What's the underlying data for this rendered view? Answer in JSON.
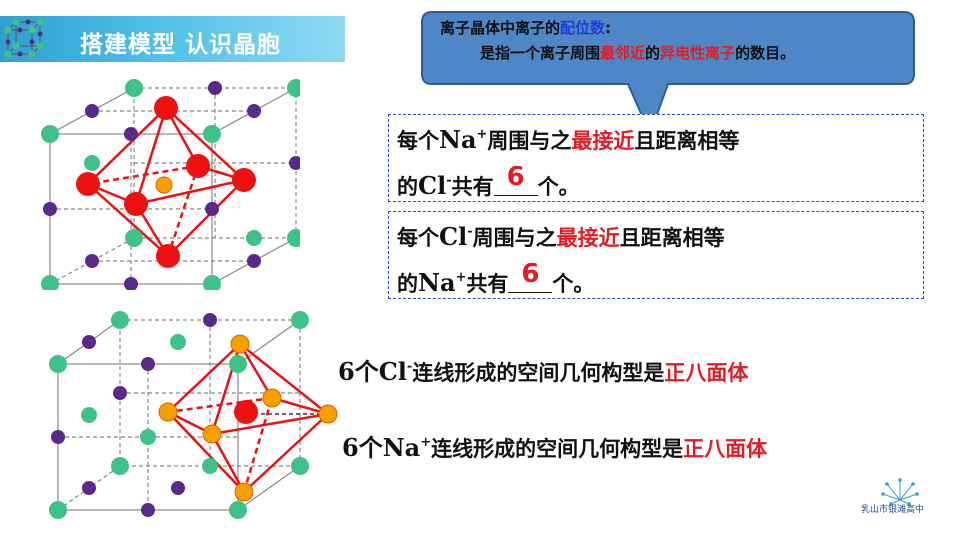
{
  "title": {
    "text": "搭建模型 认识晶胞"
  },
  "callout": {
    "line1_prefix": "离子晶体中离子的",
    "line1_term": "配位数",
    "line1_suffix": ":",
    "line2_prefix": "是指一个离子周围",
    "line2_red1": "最邻近",
    "line2_mid": "的",
    "line2_red2": "异电性离子",
    "line2_suffix": "的数目。"
  },
  "box1": {
    "prefix": "每个",
    "ion": "Na",
    "ion_charge": "+",
    "mid": "周围与之",
    "red": "最接近",
    "suffix": "且距离相等",
    "line2_prefix": "的",
    "ion2": "Cl",
    "ion2_charge": "-",
    "line2_mid": "共有",
    "answer": "6",
    "line2_suffix": "个。"
  },
  "box2": {
    "prefix": "每个",
    "ion": "Cl",
    "ion_charge": "-",
    "mid": "周围与之",
    "red": "最接近",
    "suffix": "且距离相等",
    "line2_prefix": "的",
    "ion2": "Na",
    "ion2_charge": "+",
    "line2_mid": "共有",
    "answer": "6",
    "line2_suffix": "个。"
  },
  "statement1": {
    "count": "6个",
    "ion": "Cl",
    "charge": "-",
    "text": "连线形成的空间几何构型是",
    "answer": "正八面体"
  },
  "statement2": {
    "count": "6个",
    "ion": "Na",
    "charge": "+",
    "text": "连线形成的空间几何构型是",
    "answer": "正八面体"
  },
  "logo": {
    "text": "乳山市银滩高中"
  },
  "colors": {
    "title_bar": "#3fb2e0",
    "callout_fill": "#4f86c6",
    "box_border": "#2b4bd0",
    "highlight": "#e41b23",
    "term": "#1d3fd6",
    "green_ion": "#3fc28a",
    "purple_ion": "#5a2a8a",
    "red_ion": "#ee1111",
    "orange_ion": "#f5a000"
  }
}
